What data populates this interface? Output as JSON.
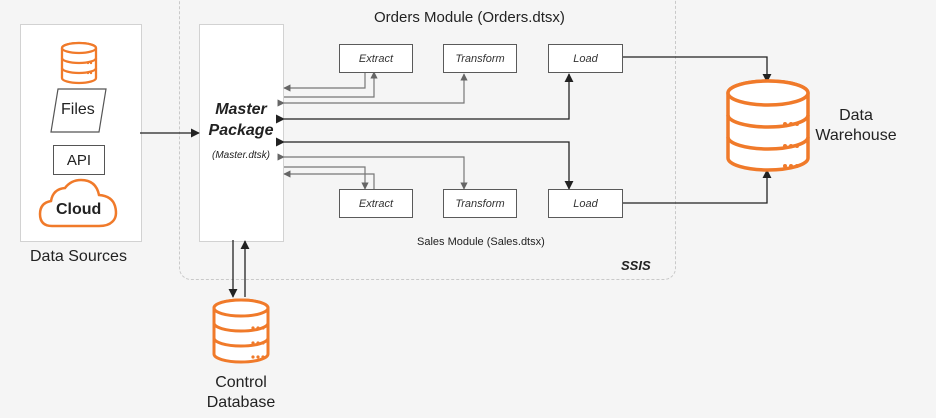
{
  "sources": {
    "files_label": "Files",
    "api_label": "API",
    "cloud_label": "Cloud",
    "caption": "Data Sources"
  },
  "master": {
    "title": "Master Package",
    "file": "(Master.dtsk)"
  },
  "orders_module": {
    "title": "Orders Module (Orders.dtsx)",
    "steps": [
      "Extract",
      "Transform",
      "Load"
    ]
  },
  "sales_module": {
    "title": "Sales Module (Sales.dtsx)",
    "steps": [
      "Extract",
      "Transform",
      "Load"
    ]
  },
  "ssis_label": "SSIS",
  "warehouse": {
    "label": "Data Warehouse"
  },
  "control_db": {
    "label": "Control Database"
  },
  "colors": {
    "accent": "#f07a2a",
    "line": "#222222",
    "line_light": "#777777"
  }
}
